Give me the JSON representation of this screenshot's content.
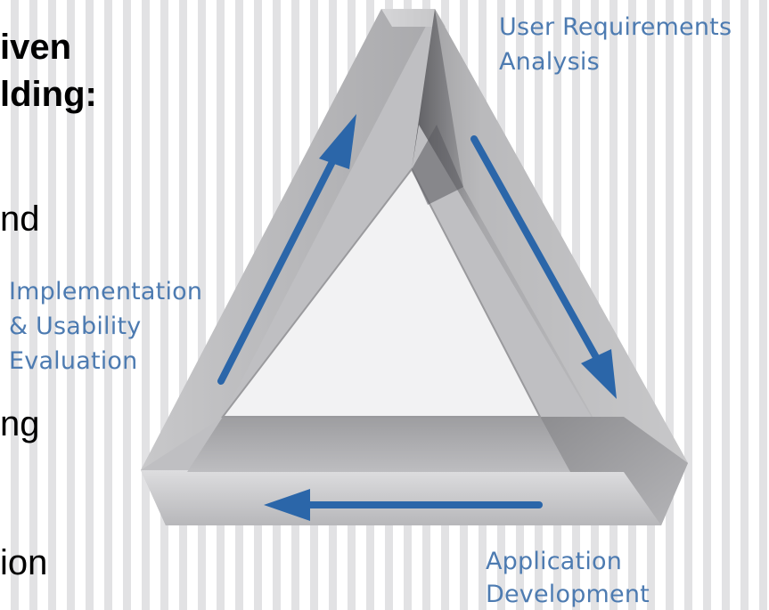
{
  "slide": {
    "title_lines": [
      "iven",
      "lding:"
    ],
    "body_fragments": [
      "nd",
      "ng",
      "ion"
    ]
  },
  "diagram": {
    "kind": "impossible triangle cycle",
    "arrow_color": "#2b66a9",
    "label_color": "#4d7bb1",
    "phases": {
      "requirements": [
        "User Requirements",
        "Analysis"
      ],
      "implementation": [
        "Implementation",
        "& Usability",
        "Evaluation"
      ],
      "development": [
        "Application",
        "Development"
      ]
    }
  }
}
